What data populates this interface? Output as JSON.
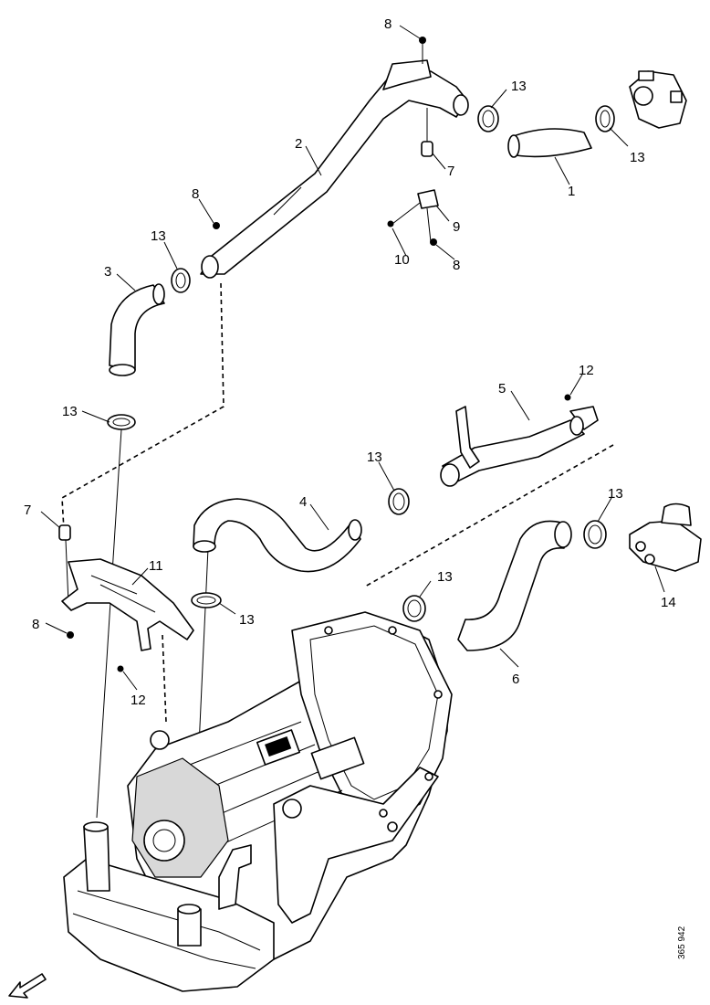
{
  "callouts": [
    "8",
    "13",
    "2",
    "7",
    "13",
    "1",
    "8",
    "9",
    "13",
    "3",
    "10",
    "8",
    "12",
    "13",
    "5",
    "13",
    "7",
    "4",
    "13",
    "11",
    "13",
    "8",
    "13",
    "14",
    "12",
    "6"
  ],
  "reference_number": "365 942"
}
